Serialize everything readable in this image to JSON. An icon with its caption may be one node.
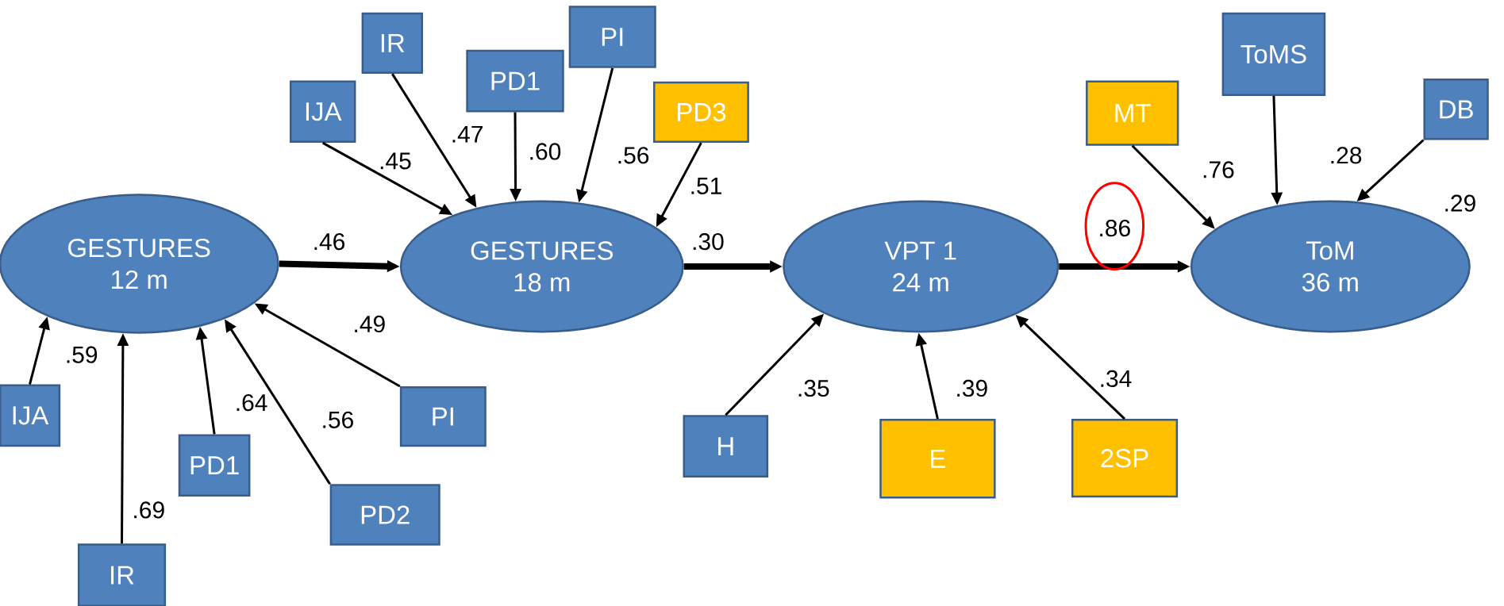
{
  "diagram": {
    "nodes": [
      {
        "text": [
          "GESTURES",
          "12 m"
        ]
      },
      {
        "text": [
          "GESTURES",
          "18 m"
        ]
      },
      {
        "text": [
          "VPT 1",
          "24 m"
        ]
      },
      {
        "text": [
          "ToM",
          "36 m"
        ]
      },
      {
        "text": [
          "IJA"
        ]
      },
      {
        "text": [
          "IR"
        ]
      },
      {
        "text": [
          "PD1"
        ]
      },
      {
        "text": [
          "PI"
        ]
      },
      {
        "text": [
          "PD3"
        ]
      },
      {
        "text": [
          "MT"
        ]
      },
      {
        "text": [
          "ToMS"
        ]
      },
      {
        "text": [
          "DB"
        ]
      },
      {
        "text": [
          "IJA"
        ]
      },
      {
        "text": [
          "PD1"
        ]
      },
      {
        "text": [
          "PI"
        ]
      },
      {
        "text": [
          "H"
        ]
      },
      {
        "text": [
          "E"
        ]
      },
      {
        "text": [
          "2SP"
        ]
      },
      {
        "text": [
          "PD2"
        ]
      },
      {
        "text": [
          "IR"
        ]
      }
    ],
    "edges": [
      {
        "from": 12,
        "to": 0,
        "arrow": "to",
        "label": ".59"
      },
      {
        "from": 19,
        "to": 0,
        "arrow": "to",
        "label": ".69"
      },
      {
        "from": 13,
        "to": 0,
        "arrow": "to",
        "label": ".64"
      },
      {
        "from": 18,
        "to": 0,
        "arrow": "to",
        "label": ".56"
      },
      {
        "from": 14,
        "to": 0,
        "arrow": "to",
        "label": ".49"
      },
      {
        "from": 4,
        "to": 1,
        "arrow": "to",
        "label": ".45"
      },
      {
        "from": 5,
        "to": 1,
        "arrow": "to",
        "label": ".47"
      },
      {
        "from": 6,
        "to": 1,
        "arrow": "to",
        "label": ".60"
      },
      {
        "from": 7,
        "to": 1,
        "arrow": "to",
        "label": ".56"
      },
      {
        "from": 8,
        "to": 1,
        "arrow": "to",
        "label": ".51"
      },
      {
        "from": 0,
        "to": 1,
        "arrow": "to",
        "label": ".46",
        "style": "thick"
      },
      {
        "from": 1,
        "to": 2,
        "arrow": "to",
        "label": ".30",
        "style": "thick"
      },
      {
        "from": 2,
        "to": 3,
        "arrow": "to",
        "label": ".86",
        "style": "thick"
      },
      {
        "from": 15,
        "to": 2,
        "arrow": "to",
        "label": ".35"
      },
      {
        "from": 16,
        "to": 2,
        "arrow": "to",
        "label": ".39"
      },
      {
        "from": 17,
        "to": 2,
        "arrow": "to",
        "label": ".34"
      },
      {
        "from": 9,
        "to": 3,
        "arrow": "to",
        "label": ".76"
      },
      {
        "from": 10,
        "to": 3,
        "arrow": "to",
        "label": ".28"
      },
      {
        "from": 11,
        "to": 3,
        "arrow": "to",
        "label": ".29"
      }
    ]
  }
}
